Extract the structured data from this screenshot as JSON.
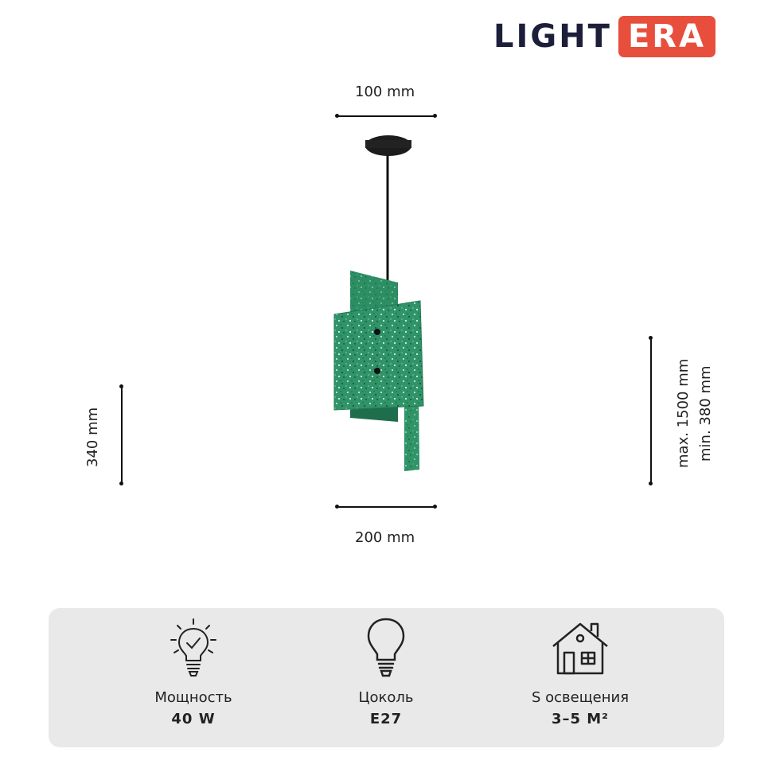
{
  "brand": {
    "logo_left": "LIGHT",
    "logo_right": "ERA",
    "accent_color": "#e84e3c",
    "dark_color": "#1d1e3a"
  },
  "dimensions": {
    "top_width": "100 mm",
    "bottom_width": "200 mm",
    "height": "340 mm",
    "max_length": "max. 1500 mm",
    "min_length": "min. 380 mm"
  },
  "product": {
    "shade_color": "#2f9468"
  },
  "features": [
    {
      "icon": "lightbulb-check-icon",
      "label": "Мощность",
      "value": "40 W"
    },
    {
      "icon": "lightbulb-icon",
      "label": "Цоколь",
      "value": "E27"
    },
    {
      "icon": "house-icon",
      "label": "S освещения",
      "value": "3–5 M²"
    }
  ]
}
